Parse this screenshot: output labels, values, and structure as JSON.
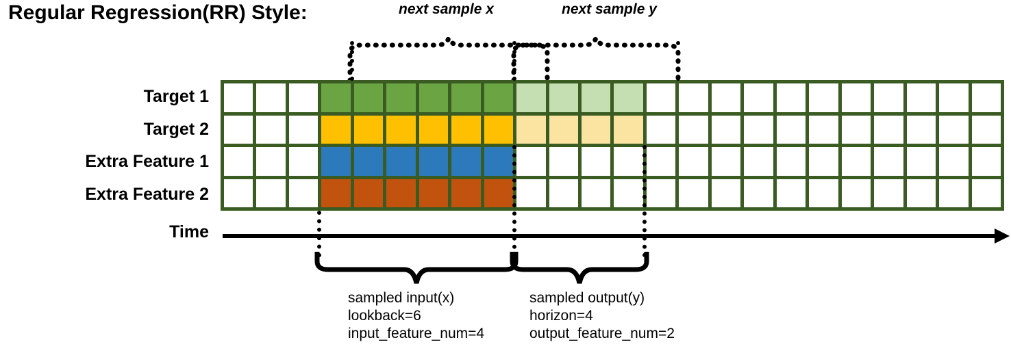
{
  "title": "Regular Regression(RR) Style:",
  "rows": [
    {
      "label": "Target 1",
      "key": "target-1"
    },
    {
      "label": "Target 2",
      "key": "target-2"
    },
    {
      "label": "Extra Feature 1",
      "key": "extra-feature-1"
    },
    {
      "label": "Extra Feature 2",
      "key": "extra-feature-2"
    }
  ],
  "axis": {
    "label": "Time"
  },
  "grid": {
    "columns": 24,
    "rows": 4,
    "border_color": "#3a5c22",
    "empty_color": "#ffffff"
  },
  "colors": {
    "target_1_input": "#6ba543",
    "target_2_input": "#fec000",
    "extra_feature_1_input": "#2c79bc",
    "extra_feature_2_input": "#c2530f",
    "target_1_output": "#c5dfb3",
    "target_2_output": "#fbe3a2",
    "grid_border": "#3a5c22",
    "line": "#000000"
  },
  "top_braces": [
    {
      "label": "next sample x",
      "name": "next-sample-x"
    },
    {
      "label": "next sample y",
      "name": "next-sample-y"
    }
  ],
  "bottom_braces": [
    {
      "name": "sampled-input",
      "lines": [
        "sampled input(x)",
        "lookback=6",
        "input_feature_num=4"
      ]
    },
    {
      "name": "sampled-output",
      "lines": [
        "sampled output(y)",
        "horizon=4",
        "output_feature_num=2"
      ]
    }
  ],
  "chart_data": {
    "type": "heatmap",
    "title": "Regular Regression(RR) Style:",
    "xlabel": "Time",
    "ylabel": "",
    "categories": [
      "Target 1",
      "Target 2",
      "Extra Feature 1",
      "Extra Feature 2"
    ],
    "total_timesteps": 24,
    "input_window": {
      "start_index": 3,
      "length": 6,
      "lookback": 6,
      "input_feature_num": 4
    },
    "output_window": {
      "start_index": 9,
      "length": 4,
      "horizon": 4,
      "output_feature_num": 2
    },
    "series": [
      {
        "name": "Target 1",
        "input_color": "#6ba543",
        "output_color": "#c5dfb3",
        "has_output": true
      },
      {
        "name": "Target 2",
        "input_color": "#fec000",
        "output_color": "#fbe3a2",
        "has_output": true
      },
      {
        "name": "Extra Feature 1",
        "input_color": "#2c79bc",
        "output_color": null,
        "has_output": false
      },
      {
        "name": "Extra Feature 2",
        "input_color": "#c2530f",
        "output_color": null,
        "has_output": false
      }
    ],
    "annotations": [
      "next sample x",
      "next sample y",
      "sampled input(x)",
      "lookback=6",
      "input_feature_num=4",
      "sampled output(y)",
      "horizon=4",
      "output_feature_num=2"
    ]
  }
}
